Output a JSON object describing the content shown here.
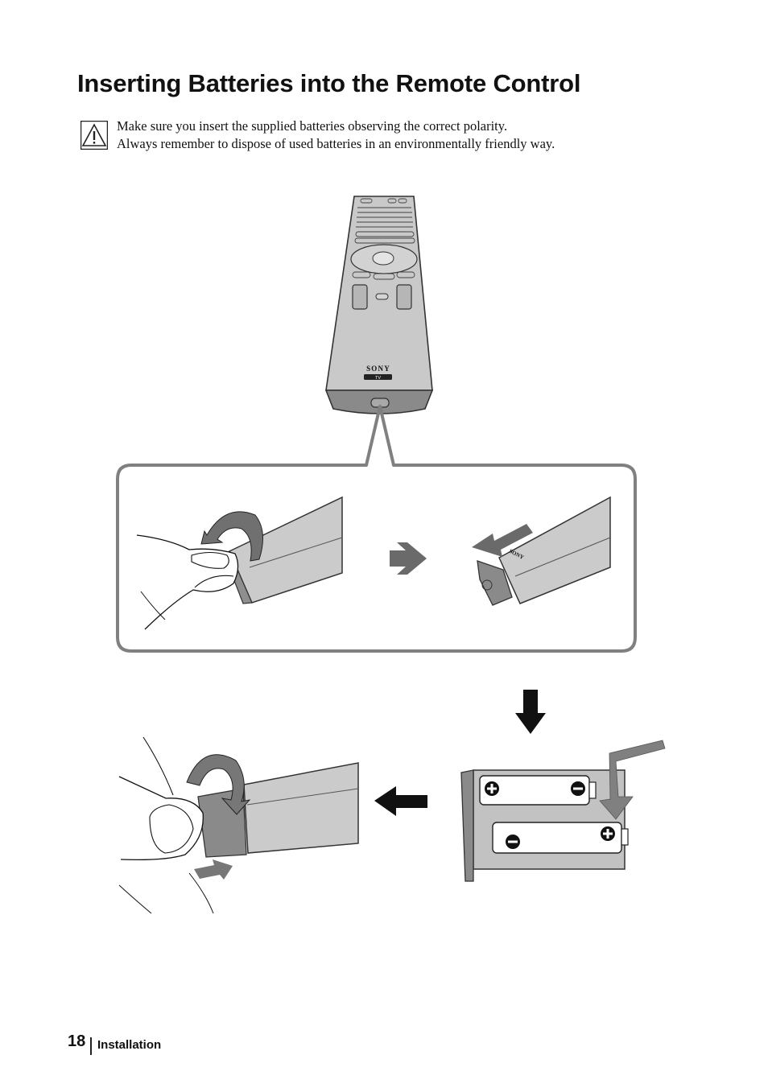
{
  "page": {
    "title": "Inserting Batteries into the Remote Control",
    "caution": {
      "icon": "warning-triangle-icon",
      "lines": [
        "Make sure you insert the supplied batteries observing the correct polarity.",
        "Always remember to dispose of used batteries in an environmentally friendly way."
      ]
    },
    "illustration": {
      "remote_brand": "SONY",
      "remote_badge": "TV",
      "colors": {
        "body": "#c8c8c8",
        "dark": "#7a7a7a",
        "arrow": "#555555",
        "outline": "#333333"
      }
    },
    "footer": {
      "page_number": "18",
      "section": "Installation"
    }
  }
}
